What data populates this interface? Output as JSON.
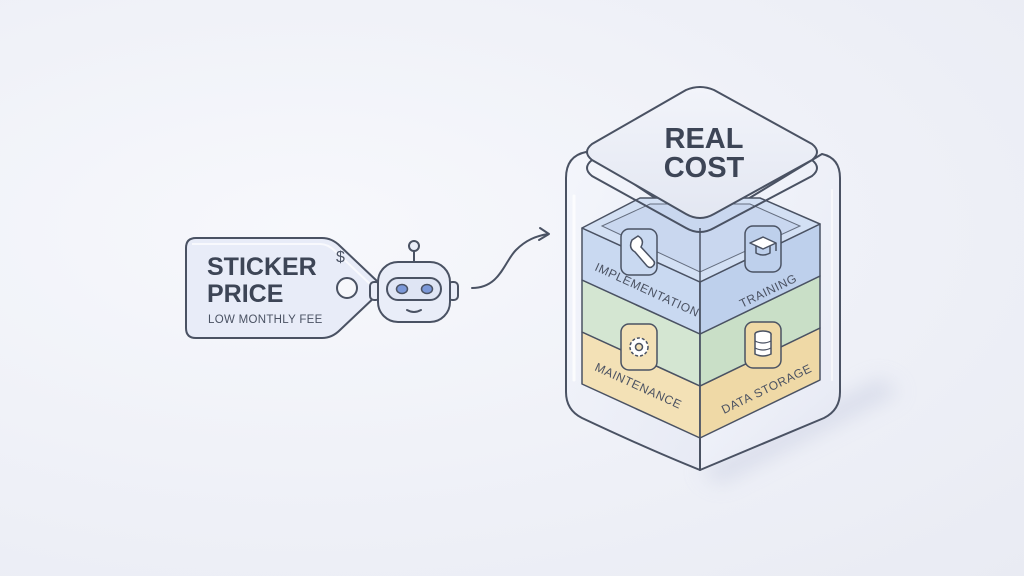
{
  "tag": {
    "title_line1": "STICKER",
    "title_line2": "PRICE",
    "subtitle": "LOW MONTHLY FEE",
    "currency_symbol": "$"
  },
  "cube": {
    "title_line1": "REAL",
    "title_line2": "COST",
    "layers": {
      "implementation": "IMPLEMENTATION",
      "training": "TRAINING",
      "maintenance": "MAINTENANCE",
      "data_storage": "DATA STORAGE"
    }
  },
  "colors": {
    "outline": "#4a5263",
    "tag_fill": "#e8ecf8",
    "robot_fill": "#e9edf8",
    "robot_eye": "#7b98d8",
    "layer_blue": "#c9d9f1",
    "layer_green": "#d4e6d2",
    "layer_yellow": "#f3e1b6",
    "glass": "#eef1fa"
  },
  "icons": [
    "dollar-icon",
    "robot-icon",
    "wrench-icon",
    "graduation-cap-icon",
    "gear-icon",
    "database-icon",
    "arrow-icon"
  ]
}
